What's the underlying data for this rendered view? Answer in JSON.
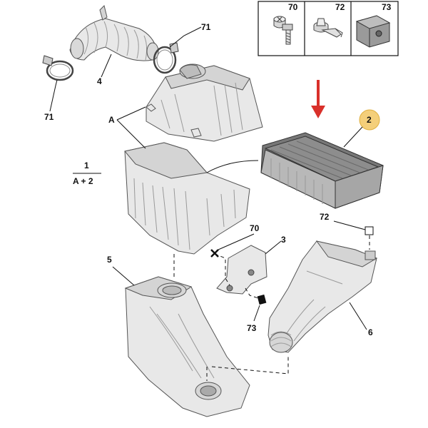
{
  "legend": {
    "items": [
      {
        "number": "70",
        "icon": "screw-icon"
      },
      {
        "number": "72",
        "icon": "push-clip-icon"
      },
      {
        "number": "73",
        "icon": "nut-clip-icon"
      }
    ]
  },
  "callouts": {
    "c71_top": "71",
    "c71_left": "71",
    "c4": "4",
    "cA": "A",
    "c1": "1",
    "cA2": "A + 2",
    "c2": "2",
    "c72": "72",
    "c70": "70",
    "c3": "3",
    "c5": "5",
    "c73": "73",
    "c6": "6"
  },
  "colors": {
    "arrow": "#d9302a",
    "highlight_circle": "#f4cf7a",
    "part_fill": "#e8e8e8",
    "filter_media": "#8a8a8a"
  }
}
